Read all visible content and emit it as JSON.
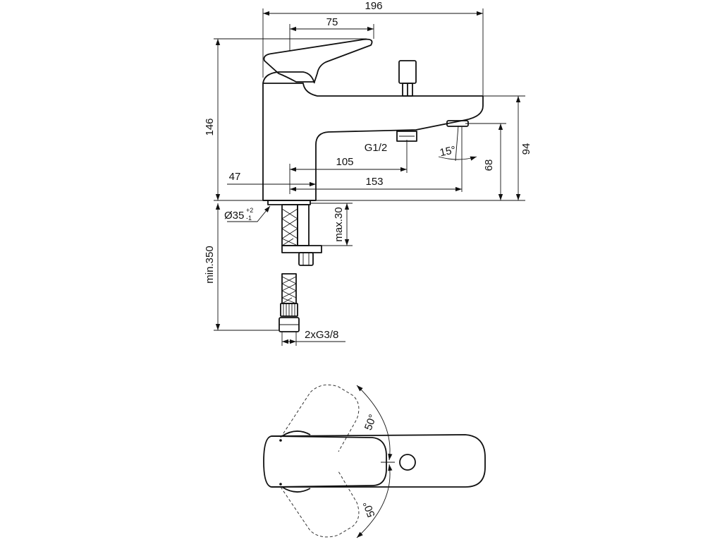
{
  "side_view": {
    "overall_width": "196",
    "lever_reach": "75",
    "overall_height": "146",
    "spout_height": "94",
    "outlet_height": "68",
    "thread_connection": "G1/2",
    "outlet_angle": "15°",
    "thread_distance": "105",
    "spout_projection": "153",
    "body_offset": "47",
    "hole_diameter": "Ø35",
    "hole_tol_plus": "+2",
    "hole_tol_minus": "-1",
    "deck_thickness": "max.30",
    "hose_length": "min.350",
    "hose_connection": "2xG3/8"
  },
  "top_view": {
    "rotation_upper": "50°",
    "rotation_lower": "50°"
  }
}
